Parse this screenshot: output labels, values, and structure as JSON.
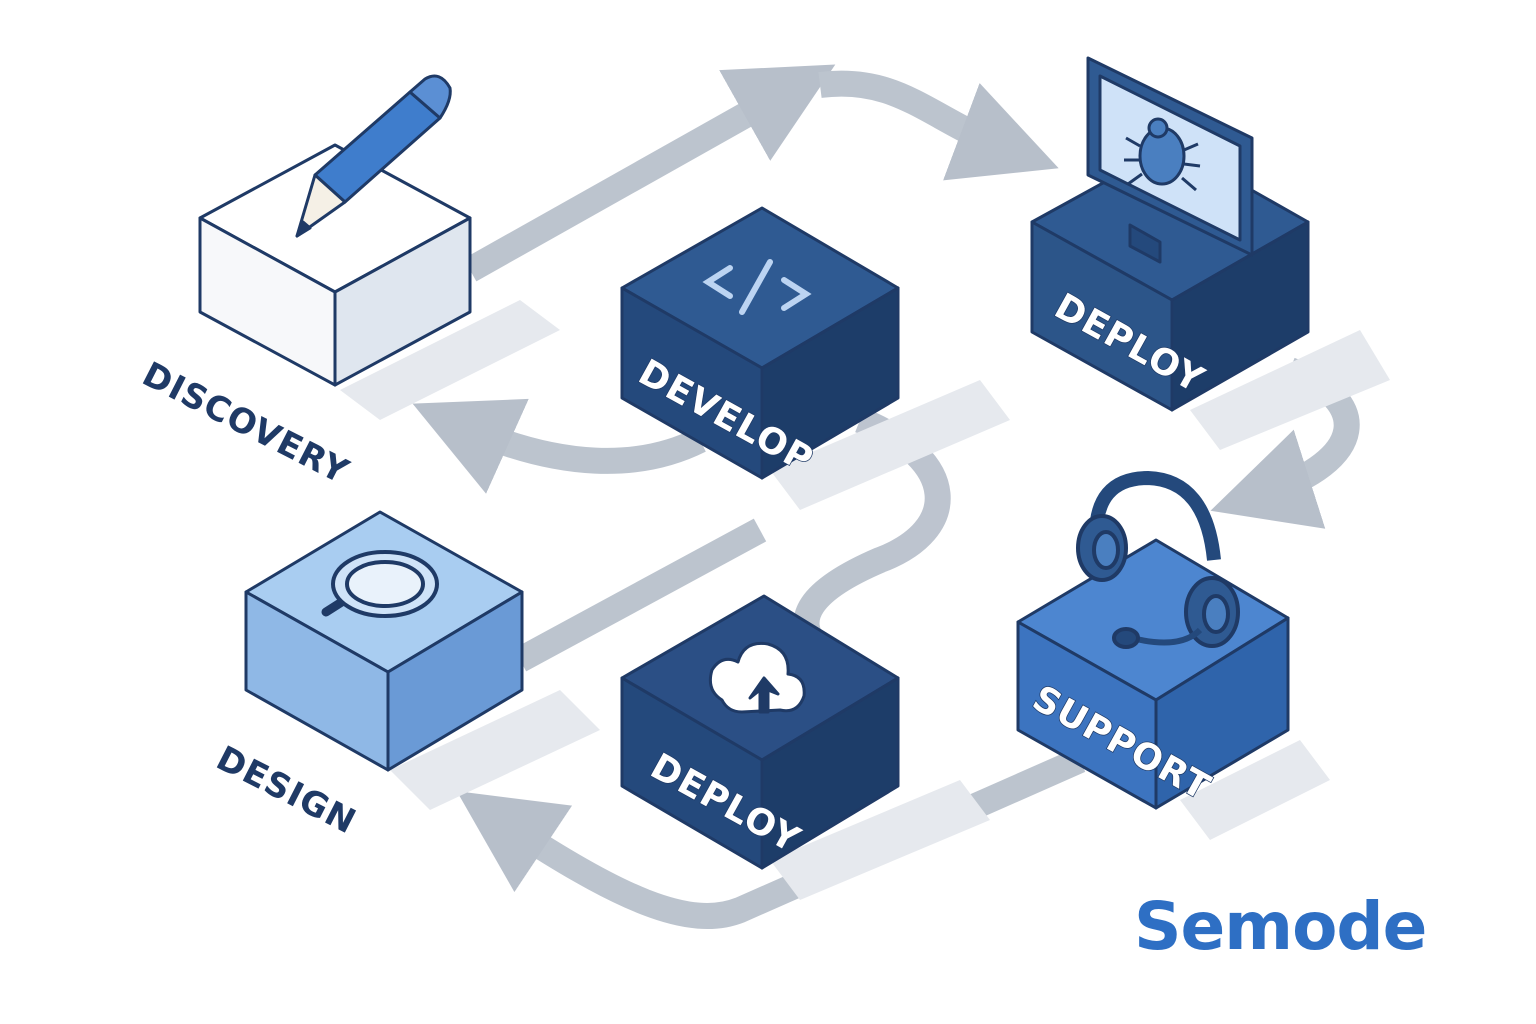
{
  "brand": {
    "name": "Semode",
    "color": "#2e6fc4"
  },
  "colors": {
    "arrow": "#b4bcc8",
    "outline": "#1f3a66",
    "navy": "#2b5288",
    "light_blue": "#9cc3ee",
    "mid_blue": "#3f7dcc"
  },
  "stages": [
    {
      "id": "discovery",
      "label": "DISCOVERY",
      "icon": "pencil-icon"
    },
    {
      "id": "develop",
      "label": "DEVELOP",
      "icon": "code-icon"
    },
    {
      "id": "deploy_monitor",
      "label": "DEPLOY",
      "icon": "bug-monitor-icon"
    },
    {
      "id": "design",
      "label": "DESIGN",
      "icon": "magnifier-icon"
    },
    {
      "id": "deploy_cloud",
      "label": "DEPLOY",
      "icon": "cloud-upload-icon"
    },
    {
      "id": "support",
      "label": "SUPPORT",
      "icon": "headset-icon"
    }
  ]
}
